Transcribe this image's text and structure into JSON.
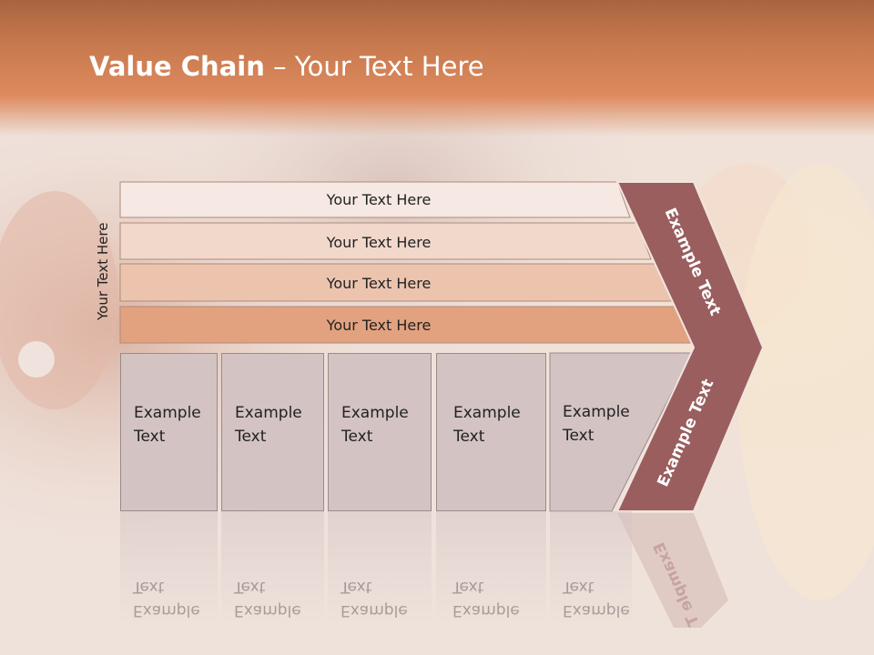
{
  "title": {
    "bold": "Value Chain",
    "rest": " – Your Text Here"
  },
  "vertical_label": "Your Text Here",
  "bars": [
    "Your Text Here",
    "Your Text Here",
    "Your Text Here",
    "Your Text Here"
  ],
  "boxes": [
    {
      "line1": "Example",
      "line2": "Text"
    },
    {
      "line1": "Example",
      "line2": "Text"
    },
    {
      "line1": "Example",
      "line2": "Text"
    },
    {
      "line1": "Example",
      "line2": "Text"
    },
    {
      "line1": "Example",
      "line2": "Text"
    }
  ],
  "chevron_upper": "Example Text",
  "chevron_lower": "Example Text",
  "chevron_reflection": "Example T",
  "colors": {
    "bar1": "#f6e8e2",
    "bar2": "#f1d8cb",
    "bar3": "#ecc4ae",
    "bar4": "#e3a27f",
    "chevron": "#9a5e5e",
    "box": "#d4c3c3"
  }
}
